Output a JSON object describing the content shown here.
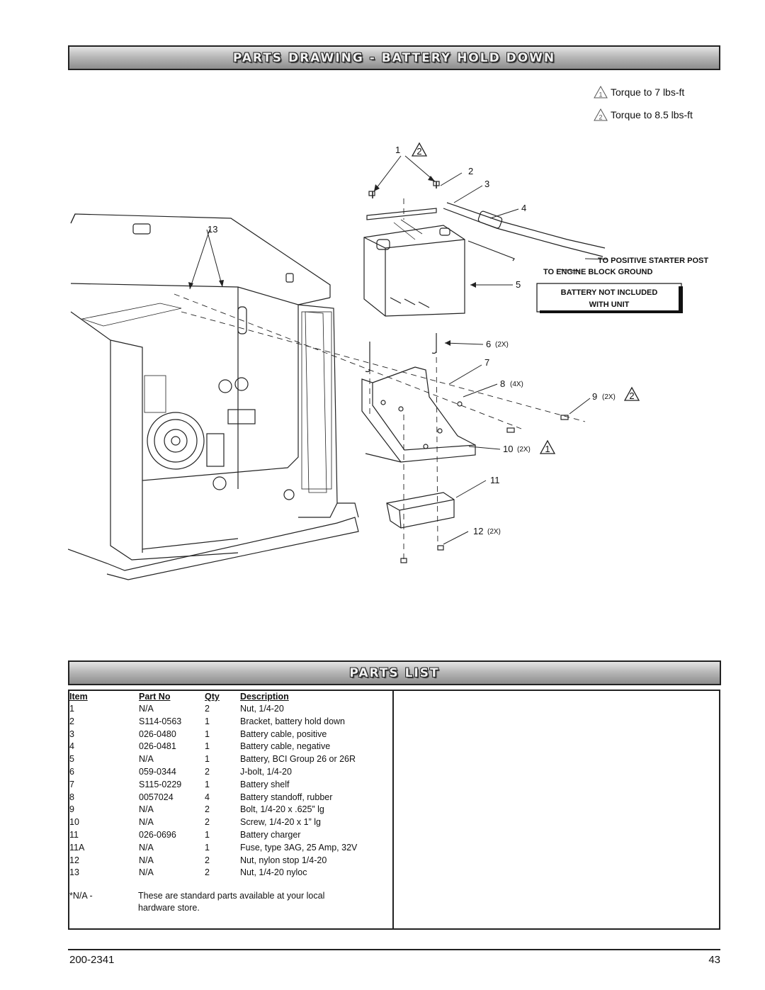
{
  "header": {
    "title": "PARTS DRAWING - BATTERY HOLD DOWN"
  },
  "legend": [
    {
      "marker": "1",
      "text": "Torque to 7 lbs-ft"
    },
    {
      "marker": "2",
      "text": "Torque to 8.5 lbs-ft"
    }
  ],
  "drawing": {
    "callouts": {
      "c1": "1",
      "c2": "2",
      "c3": "3",
      "c4": "4",
      "c5": "5",
      "c6": "6",
      "c6q": "(2X)",
      "c7": "7",
      "c8": "8",
      "c8q": "(4X)",
      "c9": "9",
      "c9q": "(2X)",
      "c10": "10",
      "c10q": "(2X)",
      "c11": "11",
      "c12": "12",
      "c12q": "(2X)",
      "c13": "13",
      "t1": "2",
      "t9": "2",
      "t10": "1"
    },
    "notes": {
      "positive": "TO POSITIVE STARTER POST",
      "ground": "TO ENGINE BLOCK GROUND",
      "battery_line1": "BATTERY NOT INCLUDED",
      "battery_line2": "WITH UNIT"
    }
  },
  "parts_list": {
    "title": "PARTS LIST",
    "headers": {
      "item": "Item",
      "part_no": "Part No",
      "qty": "Qty",
      "description": "Description"
    },
    "rows": [
      {
        "item": "1",
        "part_no": "N/A",
        "qty": "2",
        "description": "Nut, 1/4-20"
      },
      {
        "item": "2",
        "part_no": "S114-0563",
        "qty": "1",
        "description": "Bracket, battery hold down"
      },
      {
        "item": "3",
        "part_no": "026-0480",
        "qty": "1",
        "description": "Battery cable, positive"
      },
      {
        "item": "4",
        "part_no": "026-0481",
        "qty": "1",
        "description": "Battery cable, negative"
      },
      {
        "item": "5",
        "part_no": "N/A",
        "qty": "1",
        "description": "Battery, BCI Group 26 or 26R"
      },
      {
        "item": "6",
        "part_no": "059-0344",
        "qty": "2",
        "description": "J-bolt, 1/4-20"
      },
      {
        "item": "7",
        "part_no": "S115-0229",
        "qty": "1",
        "description": "Battery shelf"
      },
      {
        "item": "8",
        "part_no": "0057024",
        "qty": "4",
        "description": "Battery standoff, rubber"
      },
      {
        "item": "9",
        "part_no": "N/A",
        "qty": "2",
        "description": "Bolt, 1/4-20 x .625” lg"
      },
      {
        "item": "10",
        "part_no": "N/A",
        "qty": "2",
        "description": "Screw, 1/4-20 x 1” lg"
      },
      {
        "item": "11",
        "part_no": "026-0696",
        "qty": "1",
        "description": "Battery charger"
      },
      {
        "item": "11A",
        "part_no": "N/A",
        "qty": "1",
        "description": "Fuse, type 3AG, 25 Amp, 32V"
      },
      {
        "item": "12",
        "part_no": "N/A",
        "qty": "2",
        "description": "Nut, nylon stop 1/4-20"
      },
      {
        "item": "13",
        "part_no": "N/A",
        "qty": "2",
        "description": "Nut, 1/4-20 nyloc"
      }
    ],
    "footnote": {
      "label": "*N/A -",
      "line1": "These are standard parts available at your local",
      "line2": "hardware store."
    }
  },
  "footer": {
    "doc_number": "200-2341",
    "page_number": "43"
  }
}
